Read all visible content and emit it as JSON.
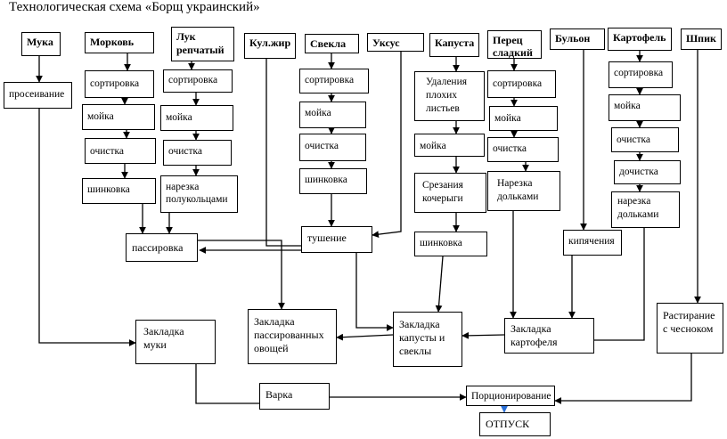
{
  "title": "Технологическая схема «Борщ украинский»",
  "boxes": {
    "muka": "Мука",
    "morkov": "Морковь",
    "luk": "Лук\nрепчатый",
    "kulzhir": "Кул.жир",
    "svekla": "Свекла",
    "uksus": "Уксус",
    "kapusta": "Капуста",
    "perec": "Перец\nсладкий",
    "bulon": "Бульон",
    "kartofel": "Картофель",
    "shpik": "Шпик",
    "prosejivanie": "просеивание",
    "m_sort": "сортировка",
    "m_moika": "мойка",
    "m_ochistka": "очистка",
    "m_shinkovka": "шинковка",
    "l_sort": "сортировка",
    "l_moika": "мойка",
    "l_ochistka": "очистка",
    "l_narezka": "нарезка\nполукольцами",
    "s_sort": "сортировка",
    "s_moika": "мойка",
    "s_ochistka": "очистка",
    "s_shinkovka": "шинковка",
    "k_udal": "Удаления\nплохих\nлистьев",
    "k_moika": "мойка",
    "k_srez": "Срезания\nкочерыги",
    "k_shinkovka": "шинковка",
    "p_sort": "сортировка",
    "p_moika": "мойка",
    "p_ochistka": "очистка",
    "p_narezka": "Нарезка\nдольками",
    "kip": "кипячения",
    "kt_sort": "сортировка",
    "kt_moika": "мойка",
    "kt_ochistka": "очистка",
    "kt_dochistka": "дочистка",
    "kt_narezka": "нарезка\nдольками",
    "passirovka": "пассировка",
    "tushenie": "тушение",
    "zakl_muki": "Закладка\nмуки",
    "zakl_pass": "Закладка\nпассированных\nовощей",
    "zakl_kap": "Закладка\nкапусты и\nсвеклы",
    "zakl_kart": "Закладка\nкартофеля",
    "rastiranie": "Растирание\nс чесноком",
    "varka": "Варка",
    "porcion": "Порционирование",
    "otpusk": "ОТПУСК"
  }
}
